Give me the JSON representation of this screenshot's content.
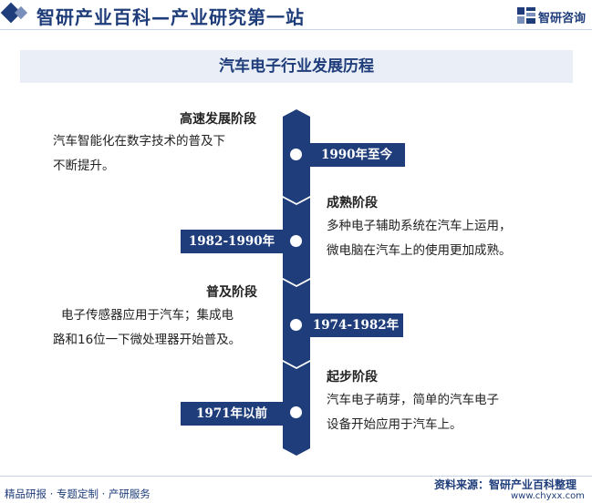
{
  "header": {
    "title": "智研产业百科—产业研究第一站",
    "logo_text": "智研咨询"
  },
  "banner": {
    "title": "汽车电子行业发展历程"
  },
  "timeline": [
    {
      "stage": "高速发展阶段",
      "period": "1990年至今",
      "desc_lines": [
        "汽车智能化在数字技术的普及下",
        "不断提升。"
      ]
    },
    {
      "stage": "成熟阶段",
      "period": "1982-1990年",
      "desc_lines": [
        "多种电子辅助系统在汽车上运用，",
        "微电脑在汽车上的使用更加成熟。"
      ]
    },
    {
      "stage": "普及阶段",
      "period": "1974-1982年",
      "desc_lines": [
        "电子传感器应用于汽车；集成电",
        "路和16位一下微处理器开始普及。"
      ]
    },
    {
      "stage": "起步阶段",
      "period": "1971年以前",
      "desc_lines": [
        "汽车电子萌芽，简单的汽车电子",
        "设备开始应用于汽车上。"
      ]
    }
  ],
  "footer": {
    "left": "精品研报 · 专题定制 · 产研服务",
    "source": "资料来源：智研产业百科整理",
    "url": "www.chyxx.com"
  },
  "colors": {
    "primary": "#1f3d7a",
    "banner_bg": "#e9eef7"
  }
}
